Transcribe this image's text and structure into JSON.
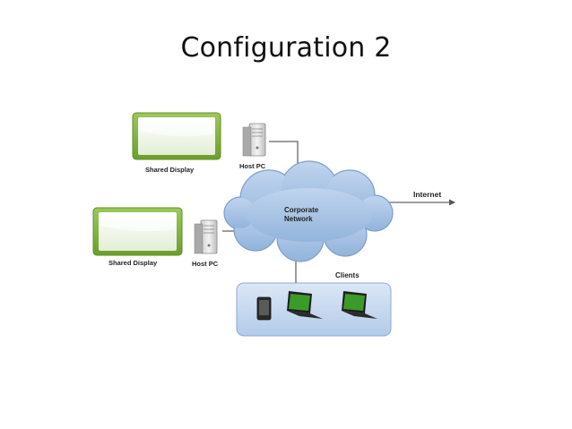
{
  "slide": {
    "title": "Configuration 2"
  },
  "diagram": {
    "displays": [
      {
        "label": "Shared Display"
      },
      {
        "label": "Shared Display"
      }
    ],
    "hosts": [
      {
        "label": "Host PC"
      },
      {
        "label": "Host PC"
      }
    ],
    "cloud": {
      "line1": "Corporate",
      "line2": "Network"
    },
    "internet": {
      "label": "Internet"
    },
    "clients": {
      "label": "Clients"
    }
  },
  "colors": {
    "display_frame": "#7fb03a",
    "display_screen": "#eef5e4",
    "cloud_fill": "#aec7e8",
    "cloud_stroke": "#7e9ec8",
    "clients_box": "#c9daf0",
    "connector": "#666666",
    "laptop_screen": "#3c9a2a"
  }
}
